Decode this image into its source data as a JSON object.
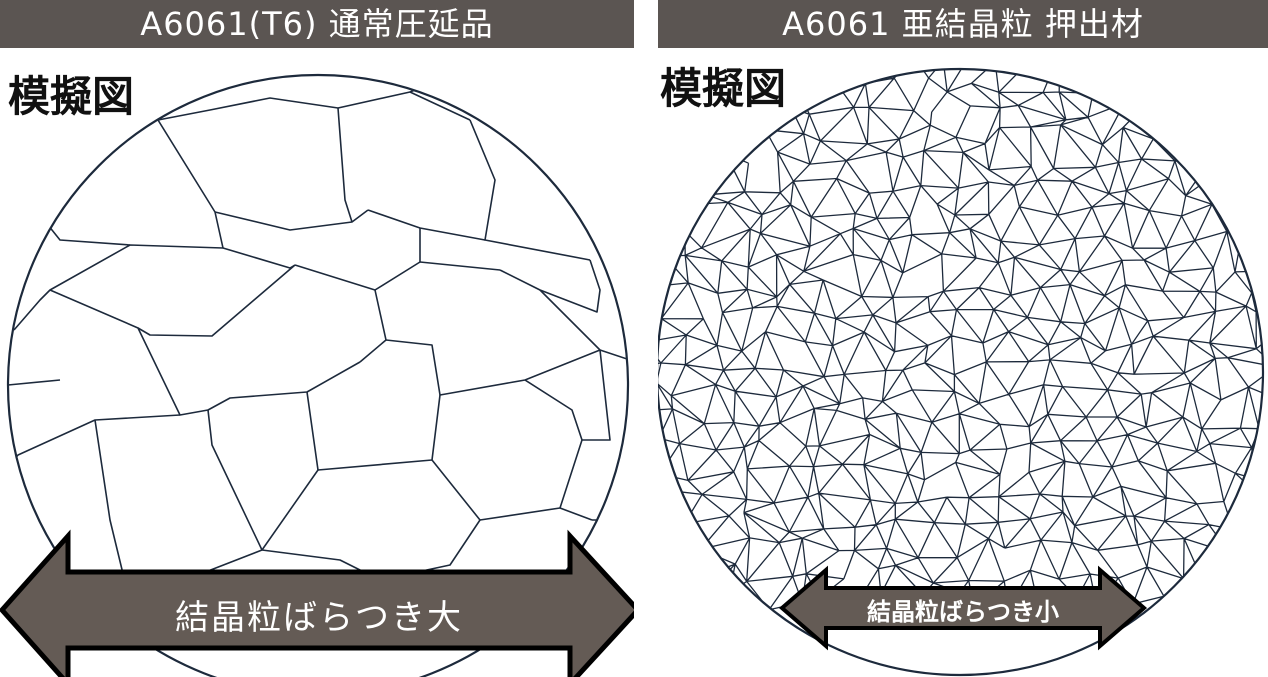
{
  "panels": [
    {
      "header": "A6061(T6)  通常圧延品",
      "label": "模擬図",
      "caption": "結晶粒ばらつき大"
    },
    {
      "header": "A6061  亜結晶粒 押出材",
      "label": "模擬図",
      "caption": "結晶粒ばらつき小"
    }
  ],
  "colors": {
    "header_bg": "#5b5552",
    "arrow_fill": "#645b55",
    "arrow_stroke": "#000000",
    "grain_line": "#1d2a3c"
  },
  "icons": [
    "double-arrow-icon"
  ]
}
